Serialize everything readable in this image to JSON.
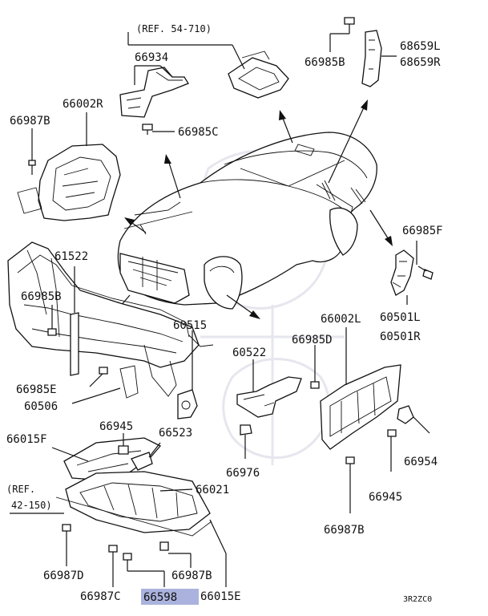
{
  "diagram": {
    "references": {
      "ref_top": "(REF. 54-710)",
      "ref_left_line1": "(REF.",
      "ref_left_line2": "42-150)"
    },
    "parts": {
      "p66934": "66934",
      "p66985C": "66985C",
      "p66002R": "66002R",
      "p66987B_left": "66987B",
      "p66985B_top": "66985B",
      "p68659L": "68659L",
      "p68659R": "68659R",
      "p66985F": "66985F",
      "p60501L": "60501L",
      "p60501R": "60501R",
      "p61522": "61522",
      "p66985B_left": "66985B",
      "p60515": "60515",
      "p66985E": "66985E",
      "p60506": "60506",
      "p66002L": "66002L",
      "p60522": "60522",
      "p66985D": "66985D",
      "p66945_mid": "66945",
      "p66523": "66523",
      "p66015F": "66015F",
      "p66976": "66976",
      "p66954": "66954",
      "p66021": "66021",
      "p66945_right": "66945",
      "p66987B_right": "66987B",
      "p66987D": "66987D",
      "p66987B_bottom": "66987B",
      "p66987C": "66987C",
      "p66598": "66598",
      "p66015E": "66015E"
    },
    "highlighted_part": "66598",
    "diagram_code": "3R2ZC0",
    "colors": {
      "highlight": "#aab2dd",
      "ink": "#111111"
    }
  }
}
